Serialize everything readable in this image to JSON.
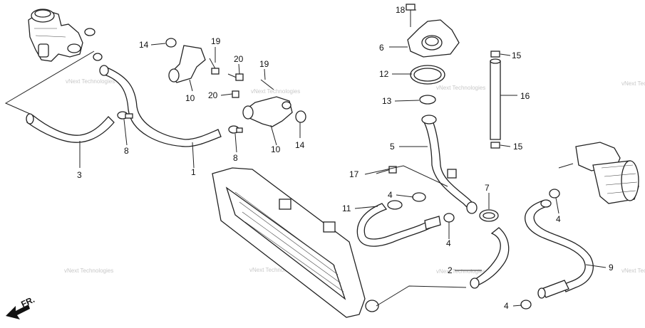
{
  "watermark": "vNext Technologies",
  "direction_label": "FR.",
  "callouts": {
    "c1": "1",
    "c2": "2",
    "c3": "3",
    "c4a": "4",
    "c4b": "4",
    "c4c": "4",
    "c4d": "4",
    "c5": "5",
    "c6": "6",
    "c7": "7",
    "c8a": "8",
    "c8b": "8",
    "c9": "9",
    "c10a": "10",
    "c10b": "10",
    "c11": "11",
    "c12": "12",
    "c13": "13",
    "c14a": "14",
    "c14b": "14",
    "c15a": "15",
    "c15b": "15",
    "c16": "16",
    "c17": "17",
    "c18": "18",
    "c19a": "19",
    "c19b": "19",
    "c20a": "20",
    "c20b": "20"
  }
}
